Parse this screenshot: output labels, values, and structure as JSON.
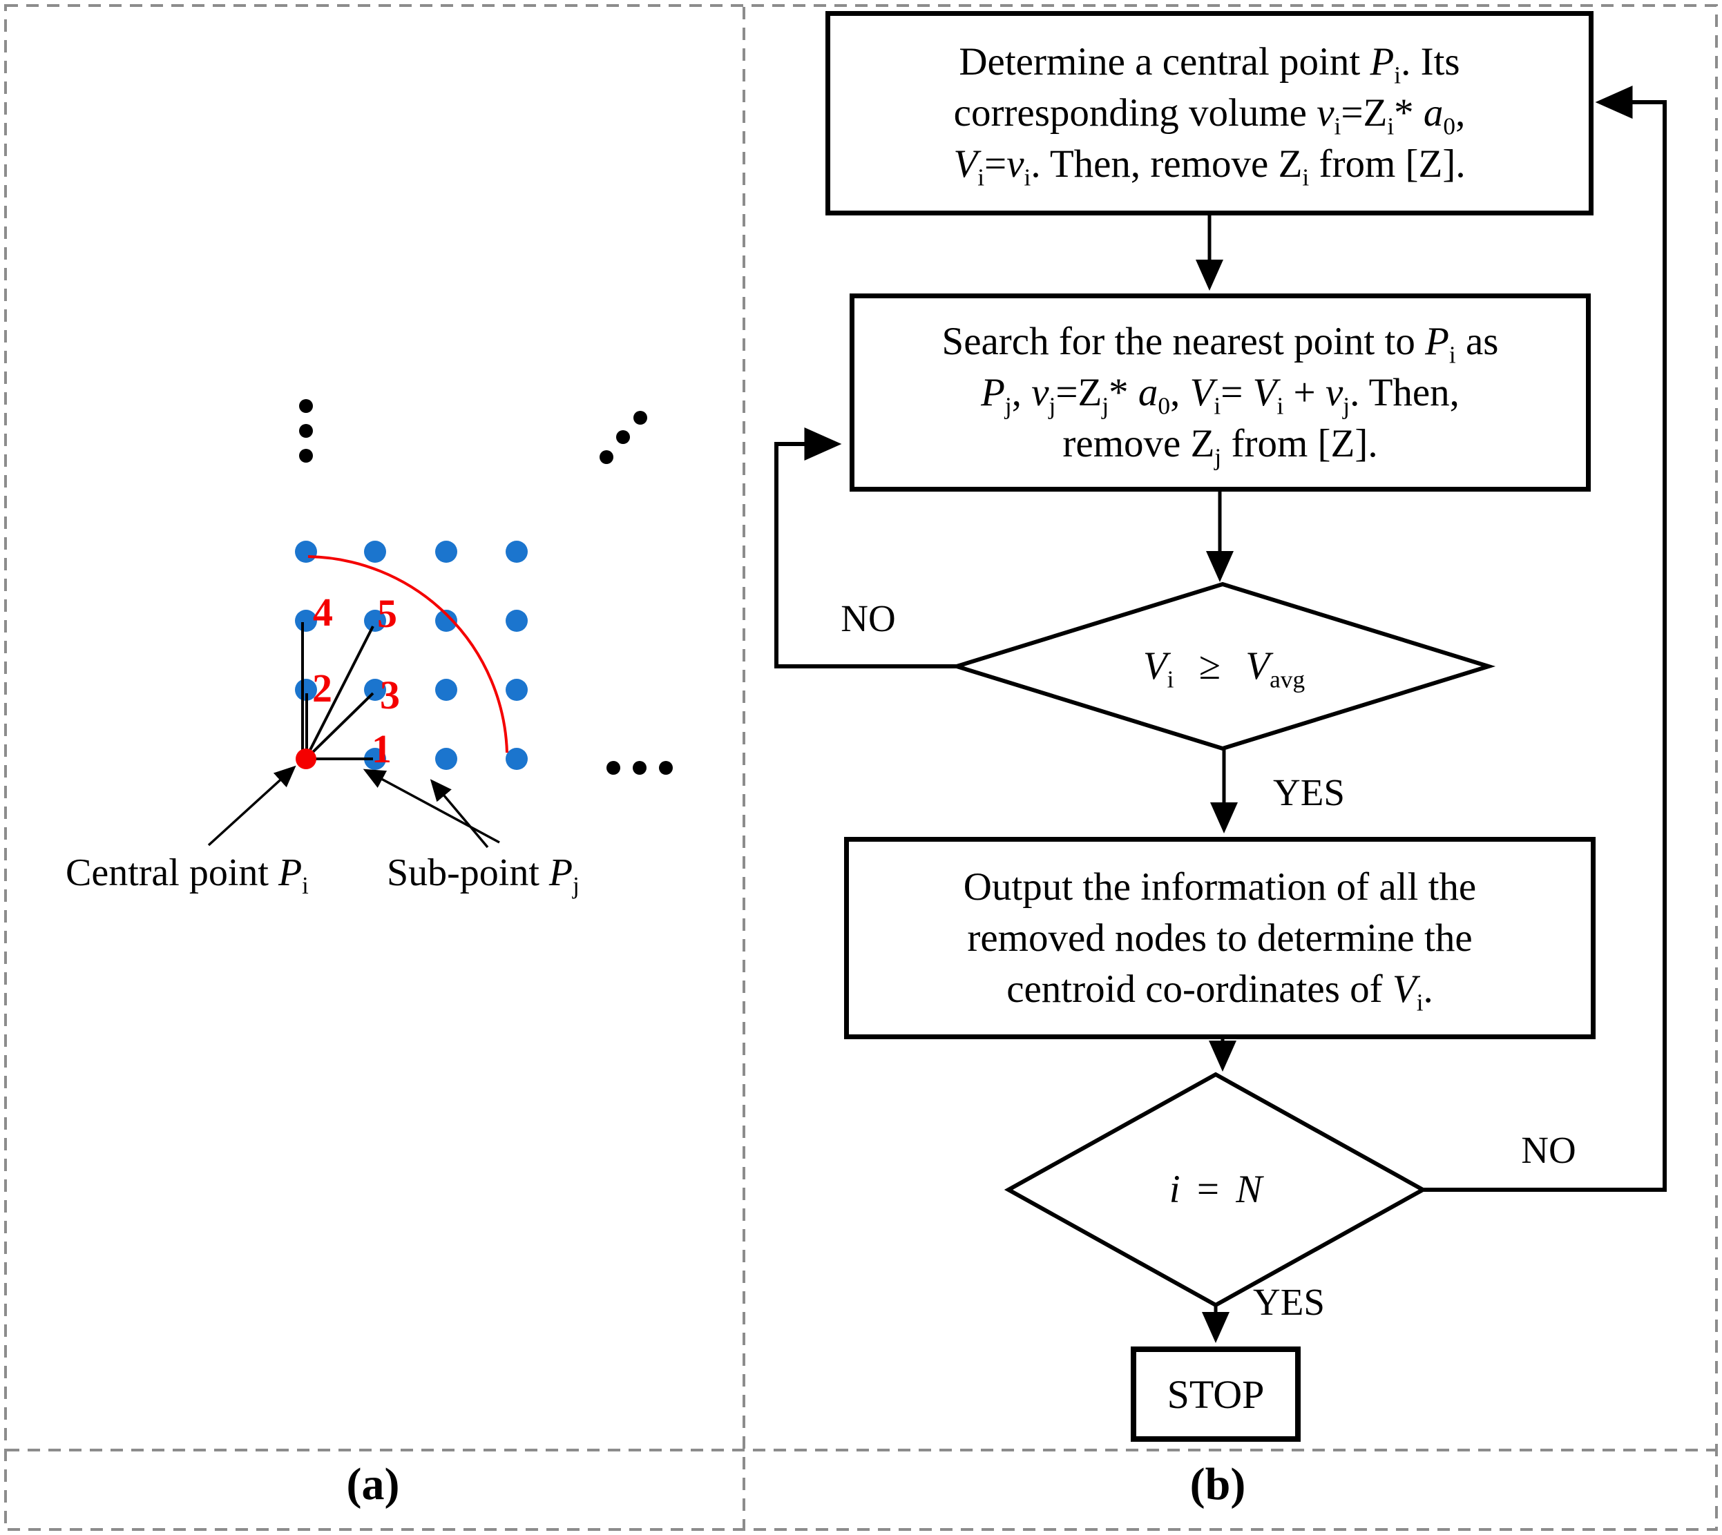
{
  "colors": {
    "blue_dot": "#1B75CE",
    "red": "#F40000",
    "line_black": "#000000",
    "dash_gray": "#8C8C8C"
  },
  "panel_a": {
    "caption": "(a)",
    "central_point_label": "Central point {i}P{/i}{s}i{/s}",
    "sub_point_label": "Sub-point {i}P{/i}{s}j{/s}",
    "point_labels": [
      "1",
      "2",
      "3",
      "4",
      "5"
    ]
  },
  "panel_b": {
    "caption": "(b)",
    "box1_lines": [
      "Determine a central point {i}P{/i}{s}i{/s}. Its",
      "corresponding volume {i}v{/i}{s}i{/s}=Z{s}i{/s}* {i}a{/i}{s}0{/s},",
      "{i}V{/i}{s}i{/s}={i}v{/i}{s}i{/s}. Then, remove Z{s}i{/s} from [Z]."
    ],
    "box2_lines": [
      "Search for the nearest point to {i}P{/i}{s}i{/s} as",
      "{i}P{/i}{s}j{/s}, {i}v{/i}{s}j{/s}=Z{s}j{/s}* {i}a{/i}{s}0{/s}, {i}V{/i}{s}i{/s}= {i}V{/i}{s}i{/s} + {i}v{/i}{s}j{/s}. Then,",
      "remove Z{s}j{/s} from [Z]."
    ],
    "decision1_text": "{i}V{/i}{s}i{/s} ≥ {i}V{/i}{s}avg{/s}",
    "decision1_no": "NO",
    "decision1_yes": "YES",
    "box3_lines": [
      "Output the information of all the",
      "removed nodes to determine the",
      "centroid co-ordinates of {i}V{/i}{s}i{/s}."
    ],
    "decision2_text": "{i}i{/i} = {i}N{/i}",
    "decision2_no": "NO",
    "decision2_yes": "YES",
    "stop_label": "STOP"
  }
}
